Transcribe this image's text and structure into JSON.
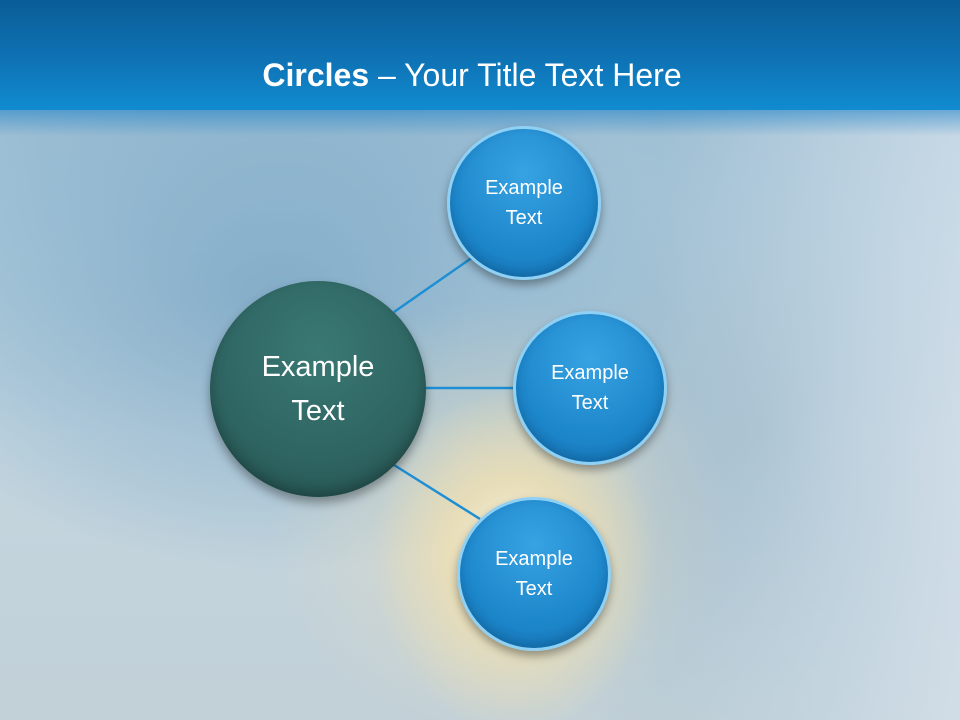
{
  "title": {
    "bold": "Circles",
    "rest": " – Your Title Text Here"
  },
  "diagram": {
    "center": {
      "label": "Example Text"
    },
    "satellites": [
      {
        "label": "Example Text"
      },
      {
        "label": "Example Text"
      },
      {
        "label": "Example Text"
      }
    ]
  },
  "colors": {
    "title_bar": "#0e73b5",
    "center_fill": "#2f6663",
    "satellite_fill": "#1d87cb",
    "satellite_border": "#8fd0f5",
    "connector": "#1e8fd4"
  }
}
